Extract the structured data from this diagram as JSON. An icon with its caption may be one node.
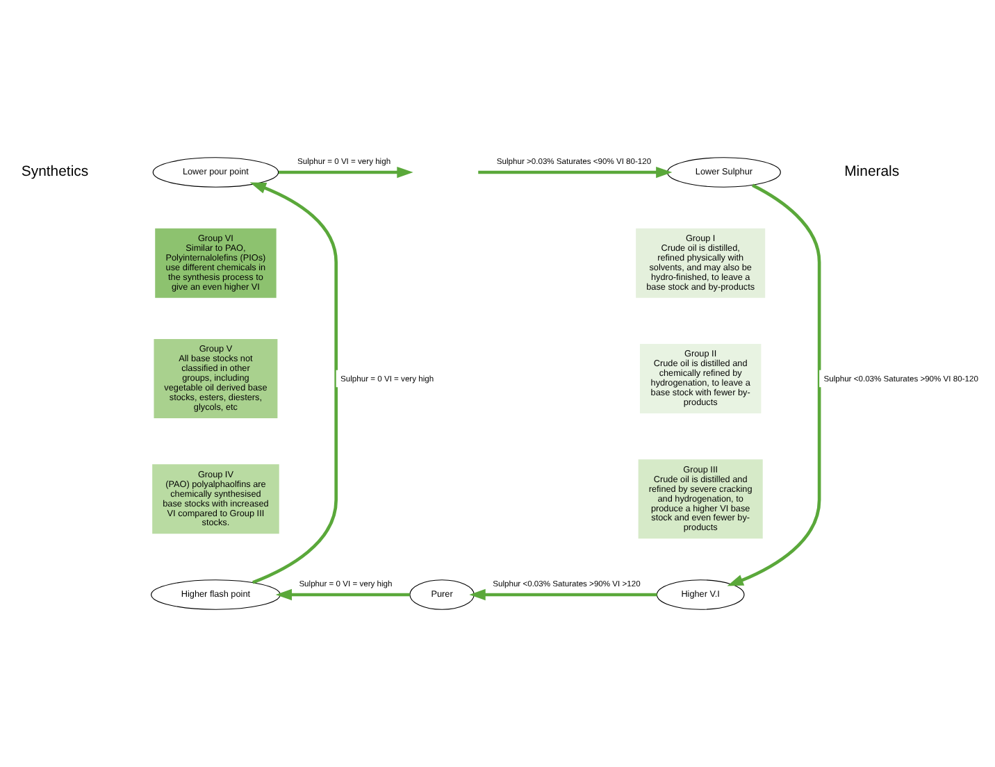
{
  "diagram": {
    "nodes": [
      {
        "text": [
          "Lower pour point"
        ]
      },
      {
        "text": [
          "Lower Sulphur"
        ]
      },
      {
        "text": [
          "Group VI",
          "Similar to PAO, Polyinternalolefins (PIOs) use different chemicals in the synthesis process to give an even higher VI"
        ]
      },
      {
        "text": [
          "Group I",
          "Crude oil is distilled, refined physically with solvents, and may also be hydro-finished, to leave a base stock and by-products"
        ]
      },
      {
        "text": [
          "Group V",
          "All base stocks not classified in other groups, including vegetable oil derived base stocks, esters, diesters, glycols, etc"
        ]
      },
      {
        "text": [
          "Group II",
          "Crude oil is distilled and chemically refined by hydrogenation, to leave a base stock with fewer by-products"
        ]
      },
      {
        "text": [
          "Higher flash point"
        ]
      },
      {
        "text": [
          "Higher V.I"
        ]
      },
      {
        "text": [
          "Group IV",
          "(PAO) polyalphaolfins are chemically synthesised base stocks with increased VI compared to Group III stocks."
        ]
      },
      {
        "text": [
          "Group III",
          "Crude oil is distilled and refined by severe cracking and hydrogenation, to produce a higher VI base stock and even fewer by-products"
        ]
      },
      {
        "text": [
          "Purer"
        ]
      }
    ],
    "edges": [
      {
        "from": 0,
        "to": null,
        "arrow": "to",
        "label": "Sulphur = 0 VI = very high"
      },
      {
        "from": null,
        "to": 1,
        "arrow": "to",
        "label": "Sulphur >0.03% Saturates <90% VI 80-120"
      },
      {
        "from": 1,
        "to": 7,
        "arrow": "to",
        "label": "Sulphur <0.03% Saturates >90% VI 80-120"
      },
      {
        "from": 7,
        "to": 10,
        "arrow": "to",
        "label": "Sulphur <0.03% Saturates >90% VI >120"
      },
      {
        "from": 10,
        "to": 6,
        "arrow": "to",
        "label": "Sulphur = 0 VI = very high"
      },
      {
        "from": 6,
        "to": 0,
        "arrow": "to",
        "label": "Sulphur = 0 VI = very high"
      }
    ],
    "labels": [
      "Synthetics",
      "Minerals"
    ]
  }
}
